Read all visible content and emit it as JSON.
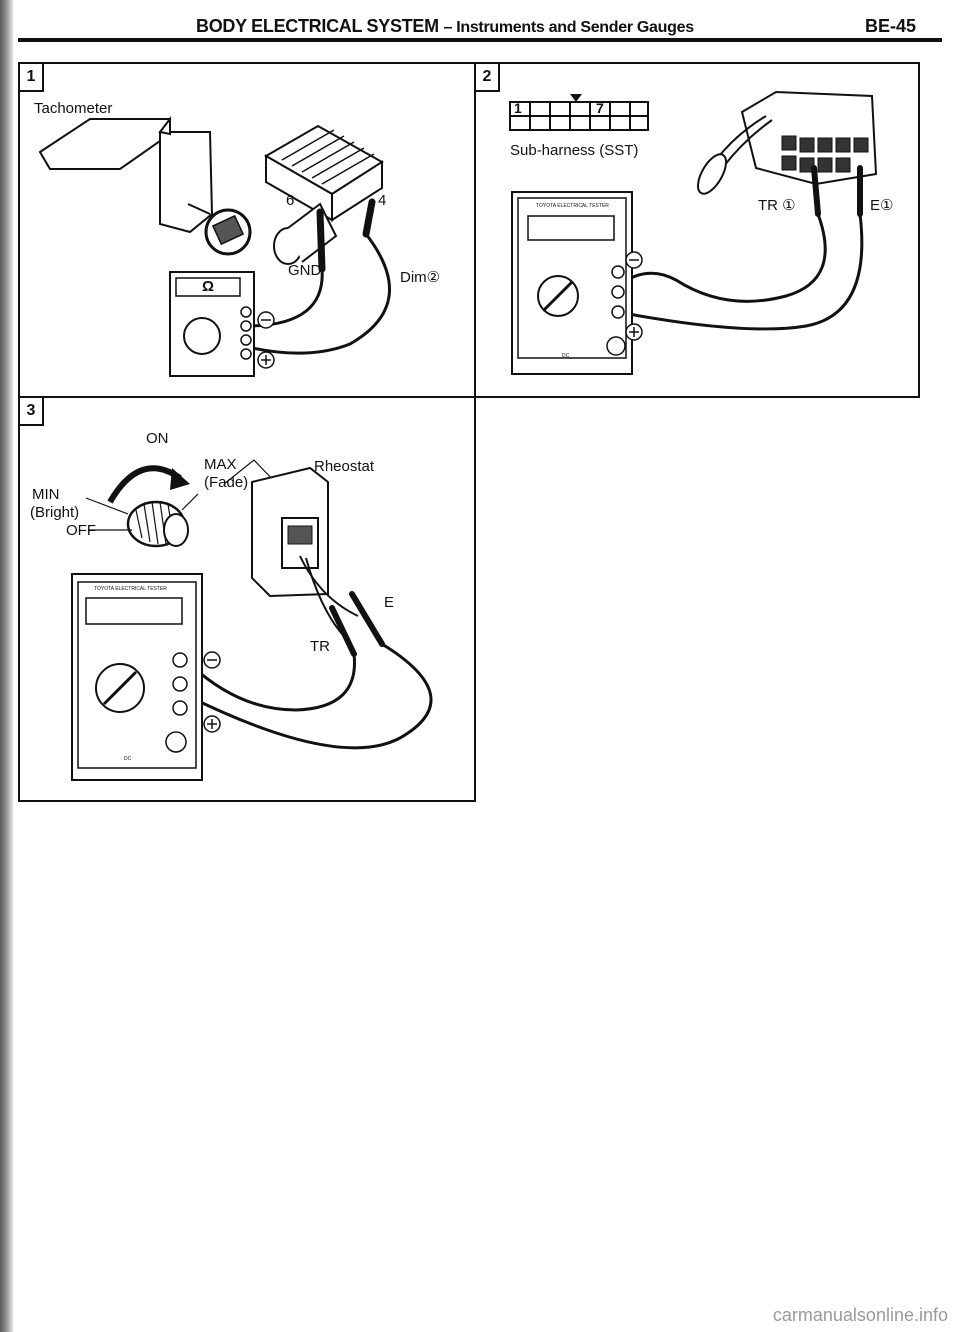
{
  "header": {
    "title": "BODY ELECTRICAL SYSTEM",
    "subtitle": "– Instruments and Sender Gauges",
    "page": "BE-45"
  },
  "panels": {
    "p1": {
      "number": "1",
      "labels": {
        "tachometer": "Tachometer",
        "pin6": "6",
        "pin4": "4",
        "gnd": "GND",
        "dim": "Dim②",
        "ohm": "Ω"
      }
    },
    "p2": {
      "number": "2",
      "labels": {
        "pin1": "1",
        "pin7": "7",
        "subharness": "Sub-harness (SST)",
        "tr": "TR ①",
        "e": "E①",
        "meter_brand": "TOYOTA ELECTRICAL TESTER",
        "meter_mode": "DC"
      }
    },
    "p3": {
      "number": "3",
      "labels": {
        "on": "ON",
        "max": "MAX",
        "fade": "(Fade)",
        "rheostat": "Rheostat",
        "min": "MIN",
        "bright": "(Bright)",
        "off": "OFF",
        "e": "E",
        "tr": "TR",
        "meter_brand": "TOYOTA ELECTRICAL TESTER",
        "meter_mode": "DC"
      }
    }
  },
  "footer": {
    "watermark": "carmanualsonline.info"
  }
}
